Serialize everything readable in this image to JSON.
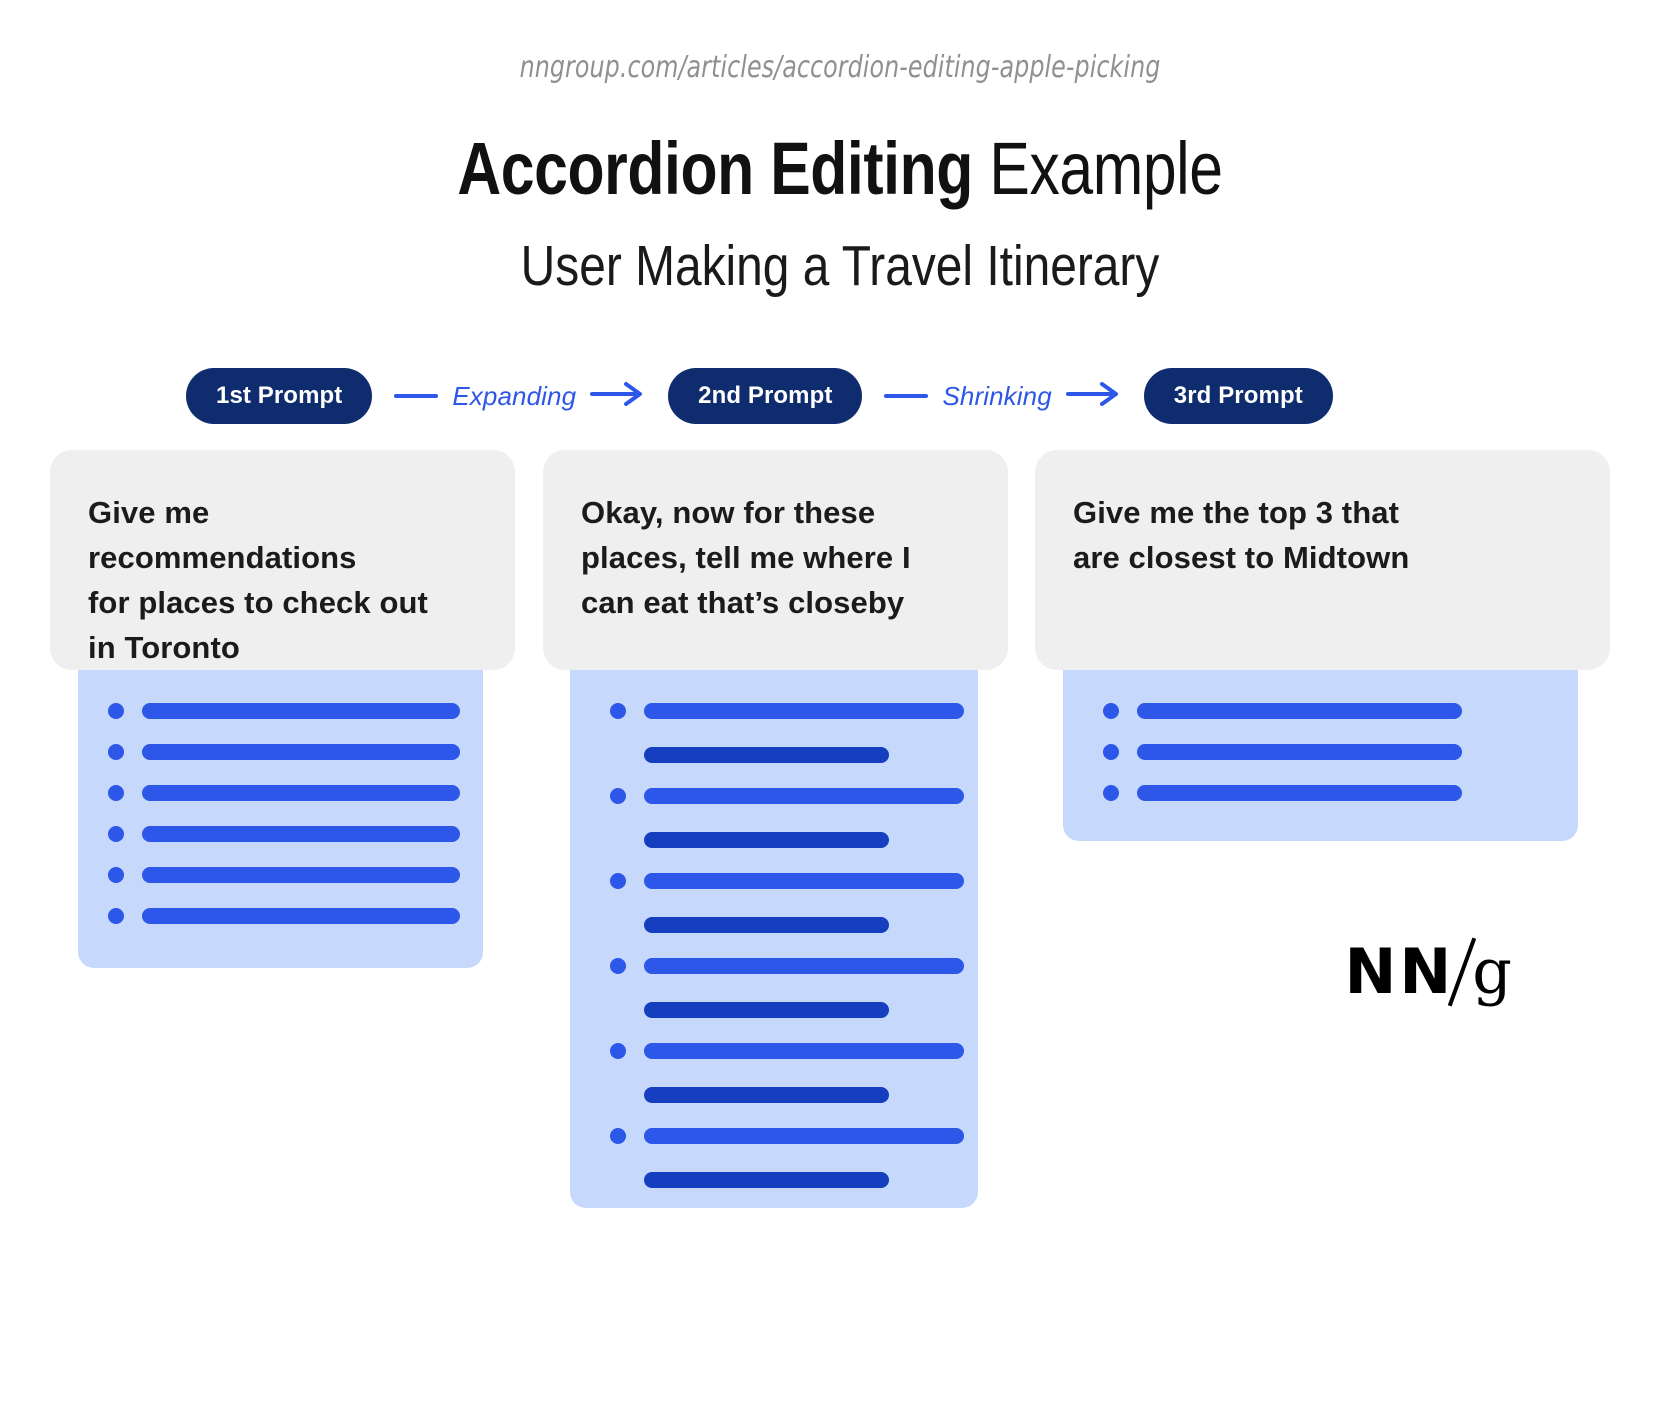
{
  "header": {
    "url": "nngroup.com/articles/accordion-editing-apple-picking",
    "title_bold": "Accordion Editing",
    "title_light": " Example",
    "subtitle": "User Making a Travel Itinerary"
  },
  "colors": {
    "pill_navy": "#0E2C6E",
    "accent_blue": "#2D57E8",
    "dark_bar_blue": "#163FBF",
    "panel_light_blue": "#C6D8FB",
    "card_gray": "#EFEFEF",
    "url_gray": "#909090"
  },
  "flow": {
    "steps": [
      {
        "label": "1st Prompt"
      },
      {
        "label": "2nd Prompt"
      },
      {
        "label": "3rd Prompt"
      }
    ],
    "connectors": [
      {
        "label": "Expanding",
        "icon": "arrow-right-icon"
      },
      {
        "label": "Shrinking",
        "icon": "arrow-right-icon"
      }
    ]
  },
  "columns": [
    {
      "id": "column-1",
      "prompt": "Give me recommendations\nfor places to check out\nin Toronto",
      "answer": {
        "bullet_rows": 6,
        "sub_rows": 0
      }
    },
    {
      "id": "column-2",
      "prompt": "Okay, now for these\nplaces, tell me where I\ncan eat that’s closeby",
      "answer": {
        "bullet_rows": 6,
        "sub_rows": 6
      }
    },
    {
      "id": "column-3",
      "prompt": "Give me the top 3 that\nare closest to Midtown",
      "answer": {
        "bullet_rows": 3,
        "sub_rows": 0
      }
    }
  ],
  "logo": {
    "nn": "NN",
    "slash": "/",
    "g": "g"
  }
}
